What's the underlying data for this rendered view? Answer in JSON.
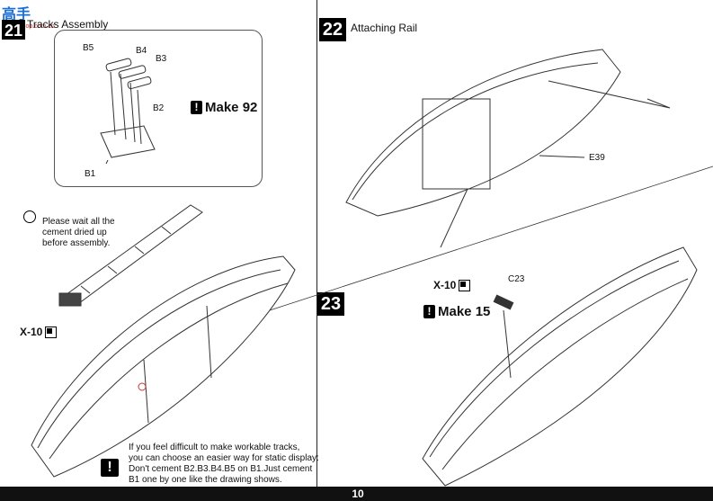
{
  "page_number": "10",
  "logo": {
    "main": "高手",
    "sub": "hobbyshop.com.cn"
  },
  "step21": {
    "number": "21",
    "title": "Tracks Assembly",
    "parts": [
      "B5",
      "B4",
      "B3",
      "B2",
      "B1"
    ],
    "make_prefix": "!",
    "make_label": "Make 92",
    "wait_note": [
      "Please wait all the",
      "cement dried up",
      "before assembly."
    ],
    "x_label": "X-10"
  },
  "step22": {
    "number": "22",
    "title": "Attaching Rail",
    "part": "E39"
  },
  "step23": {
    "number": "23",
    "x_label": "X-10",
    "part": "C23",
    "make_label": "Make 15"
  },
  "static_note": [
    "If you feel difficult to make workable tracks,",
    "you can choose an easier way for static display:",
    "Don't cement B2.B3.B4.B5 on B1.Just cement",
    "B1 one by one like the drawing shows."
  ],
  "icons": [
    "clock-icon",
    "knife-icon",
    "exclamation-icon"
  ]
}
